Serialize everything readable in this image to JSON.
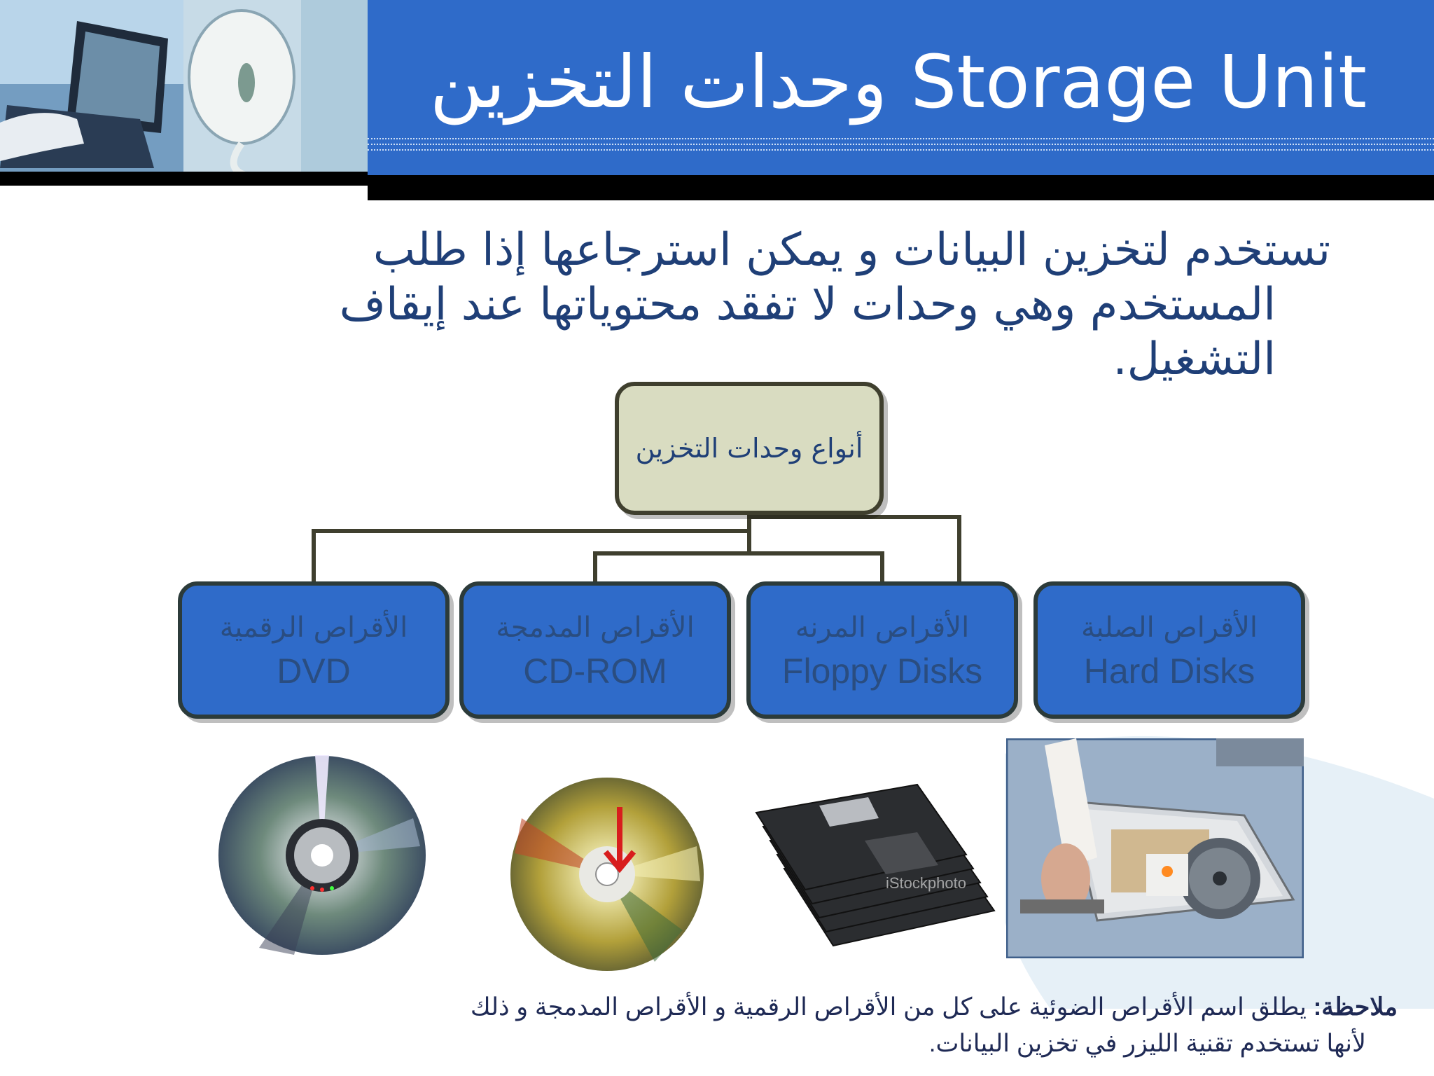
{
  "slide": {
    "title": "وحدات التخزين Storage Unit",
    "intro_line1": "تستخدم لتخزين البيانات و يمكن استرجاعها إذا طلب",
    "intro_line2": "المستخدم وهي وحدات لا تفقد محتوياتها عند إيقاف",
    "intro_line3": "التشغيل."
  },
  "diagram": {
    "root": "أنواع وحدات التخزين",
    "children": [
      {
        "ar": "الأقراص الرقمية",
        "en": "DVD"
      },
      {
        "ar": "الأقراص المدمجة",
        "en": "CD-ROM"
      },
      {
        "ar": "الأقراص المرنه",
        "en": "Floppy Disks"
      },
      {
        "ar": "الأقراص الصلبة",
        "en": "Hard Disks"
      }
    ]
  },
  "note": {
    "label": "ملاحظة:",
    "line1": "يطلق اسم الأقراص الضوئية على كل من الأقراص الرقمية و الأقراص المدمجة و ذلك",
    "line2": "لأنها تستخدم تقنية الليزر في تخزين البيانات."
  },
  "images": {
    "floppy_watermark": "iStockphoto"
  },
  "colors": {
    "title_bar": "#2f6bc9",
    "root_fill": "#d9dcc1",
    "child_fill": "#2f6bc9",
    "text_dark_blue": "#1f3f77"
  }
}
